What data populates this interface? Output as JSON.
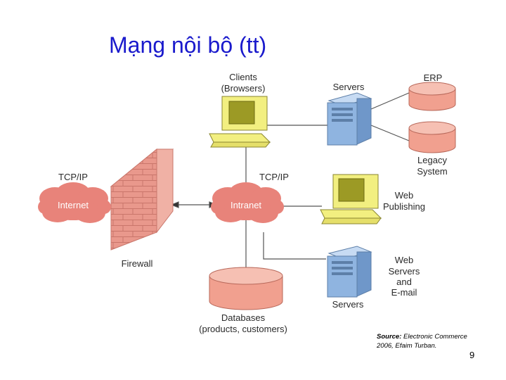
{
  "title": "Mạng nội bộ (tt)",
  "labels": {
    "clients_line1": "Clients",
    "clients_line2": "(Browsers)",
    "servers_top": "Servers",
    "erp": "ERP",
    "legacy_line1": "Legacy",
    "legacy_line2": "System",
    "tcpip_left": "TCP/IP",
    "tcpip_center": "TCP/IP",
    "internet": "Internet",
    "intranet": "Intranet",
    "web_publishing_line1": "Web",
    "web_publishing_line2": "Publishing",
    "firewall": "Firewall",
    "web_servers_line1": "Web",
    "web_servers_line2": "Servers",
    "web_servers_line3": "and",
    "web_servers_line4": "E-mail",
    "servers_bottom": "Servers",
    "databases_line1": "Databases",
    "databases_line2": "(products, customers)"
  },
  "source": {
    "label": "Source:",
    "text_line1": " Electronic Commerce",
    "text_line2": "2006, Efaim Turban."
  },
  "page_number": "9",
  "colors": {
    "title": "#1a1acc",
    "cloud": "#e8837a",
    "database": "#f1a08f",
    "server": "#8fb4e0",
    "monitor": "#f2ef80",
    "screen": "#9c9a25",
    "brick": "#e9988c"
  }
}
